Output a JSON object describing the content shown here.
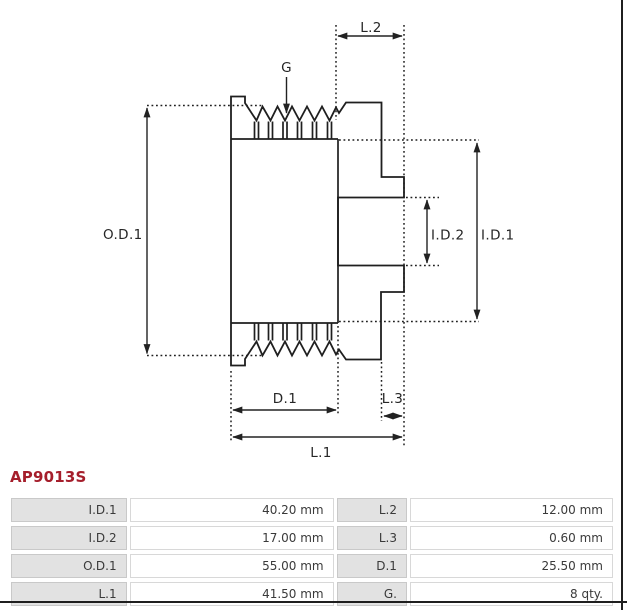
{
  "part": {
    "number": "AP9013S"
  },
  "drawing": {
    "labels": {
      "od1": "O.D.1",
      "id1": "I.D.1",
      "id2": "I.D.2",
      "d1": "D.1",
      "g": "G",
      "l1": "L.1",
      "l2": "L.2",
      "l3": "L.3"
    }
  },
  "spec_table": {
    "rows": [
      {
        "label1": "I.D.1",
        "value1": "40.20 mm",
        "label2": "L.2",
        "value2": "12.00 mm"
      },
      {
        "label1": "I.D.2",
        "value1": "17.00 mm",
        "label2": "L.3",
        "value2": "0.60 mm"
      },
      {
        "label1": "O.D.1",
        "value1": "55.00 mm",
        "label2": "D.1",
        "value2": "25.50 mm"
      },
      {
        "label1": "L.1",
        "value1": "41.50 mm",
        "label2": "G.",
        "value2": "8 qty."
      }
    ]
  },
  "colors": {
    "part_number": "#A51E2B",
    "drawing_line": "#1f1f1f",
    "table_label_bg": "#e2e2e2",
    "table_border": "#c9c9c9",
    "table_text": "#3a3a3a",
    "image_border": "#1f1f1f"
  }
}
